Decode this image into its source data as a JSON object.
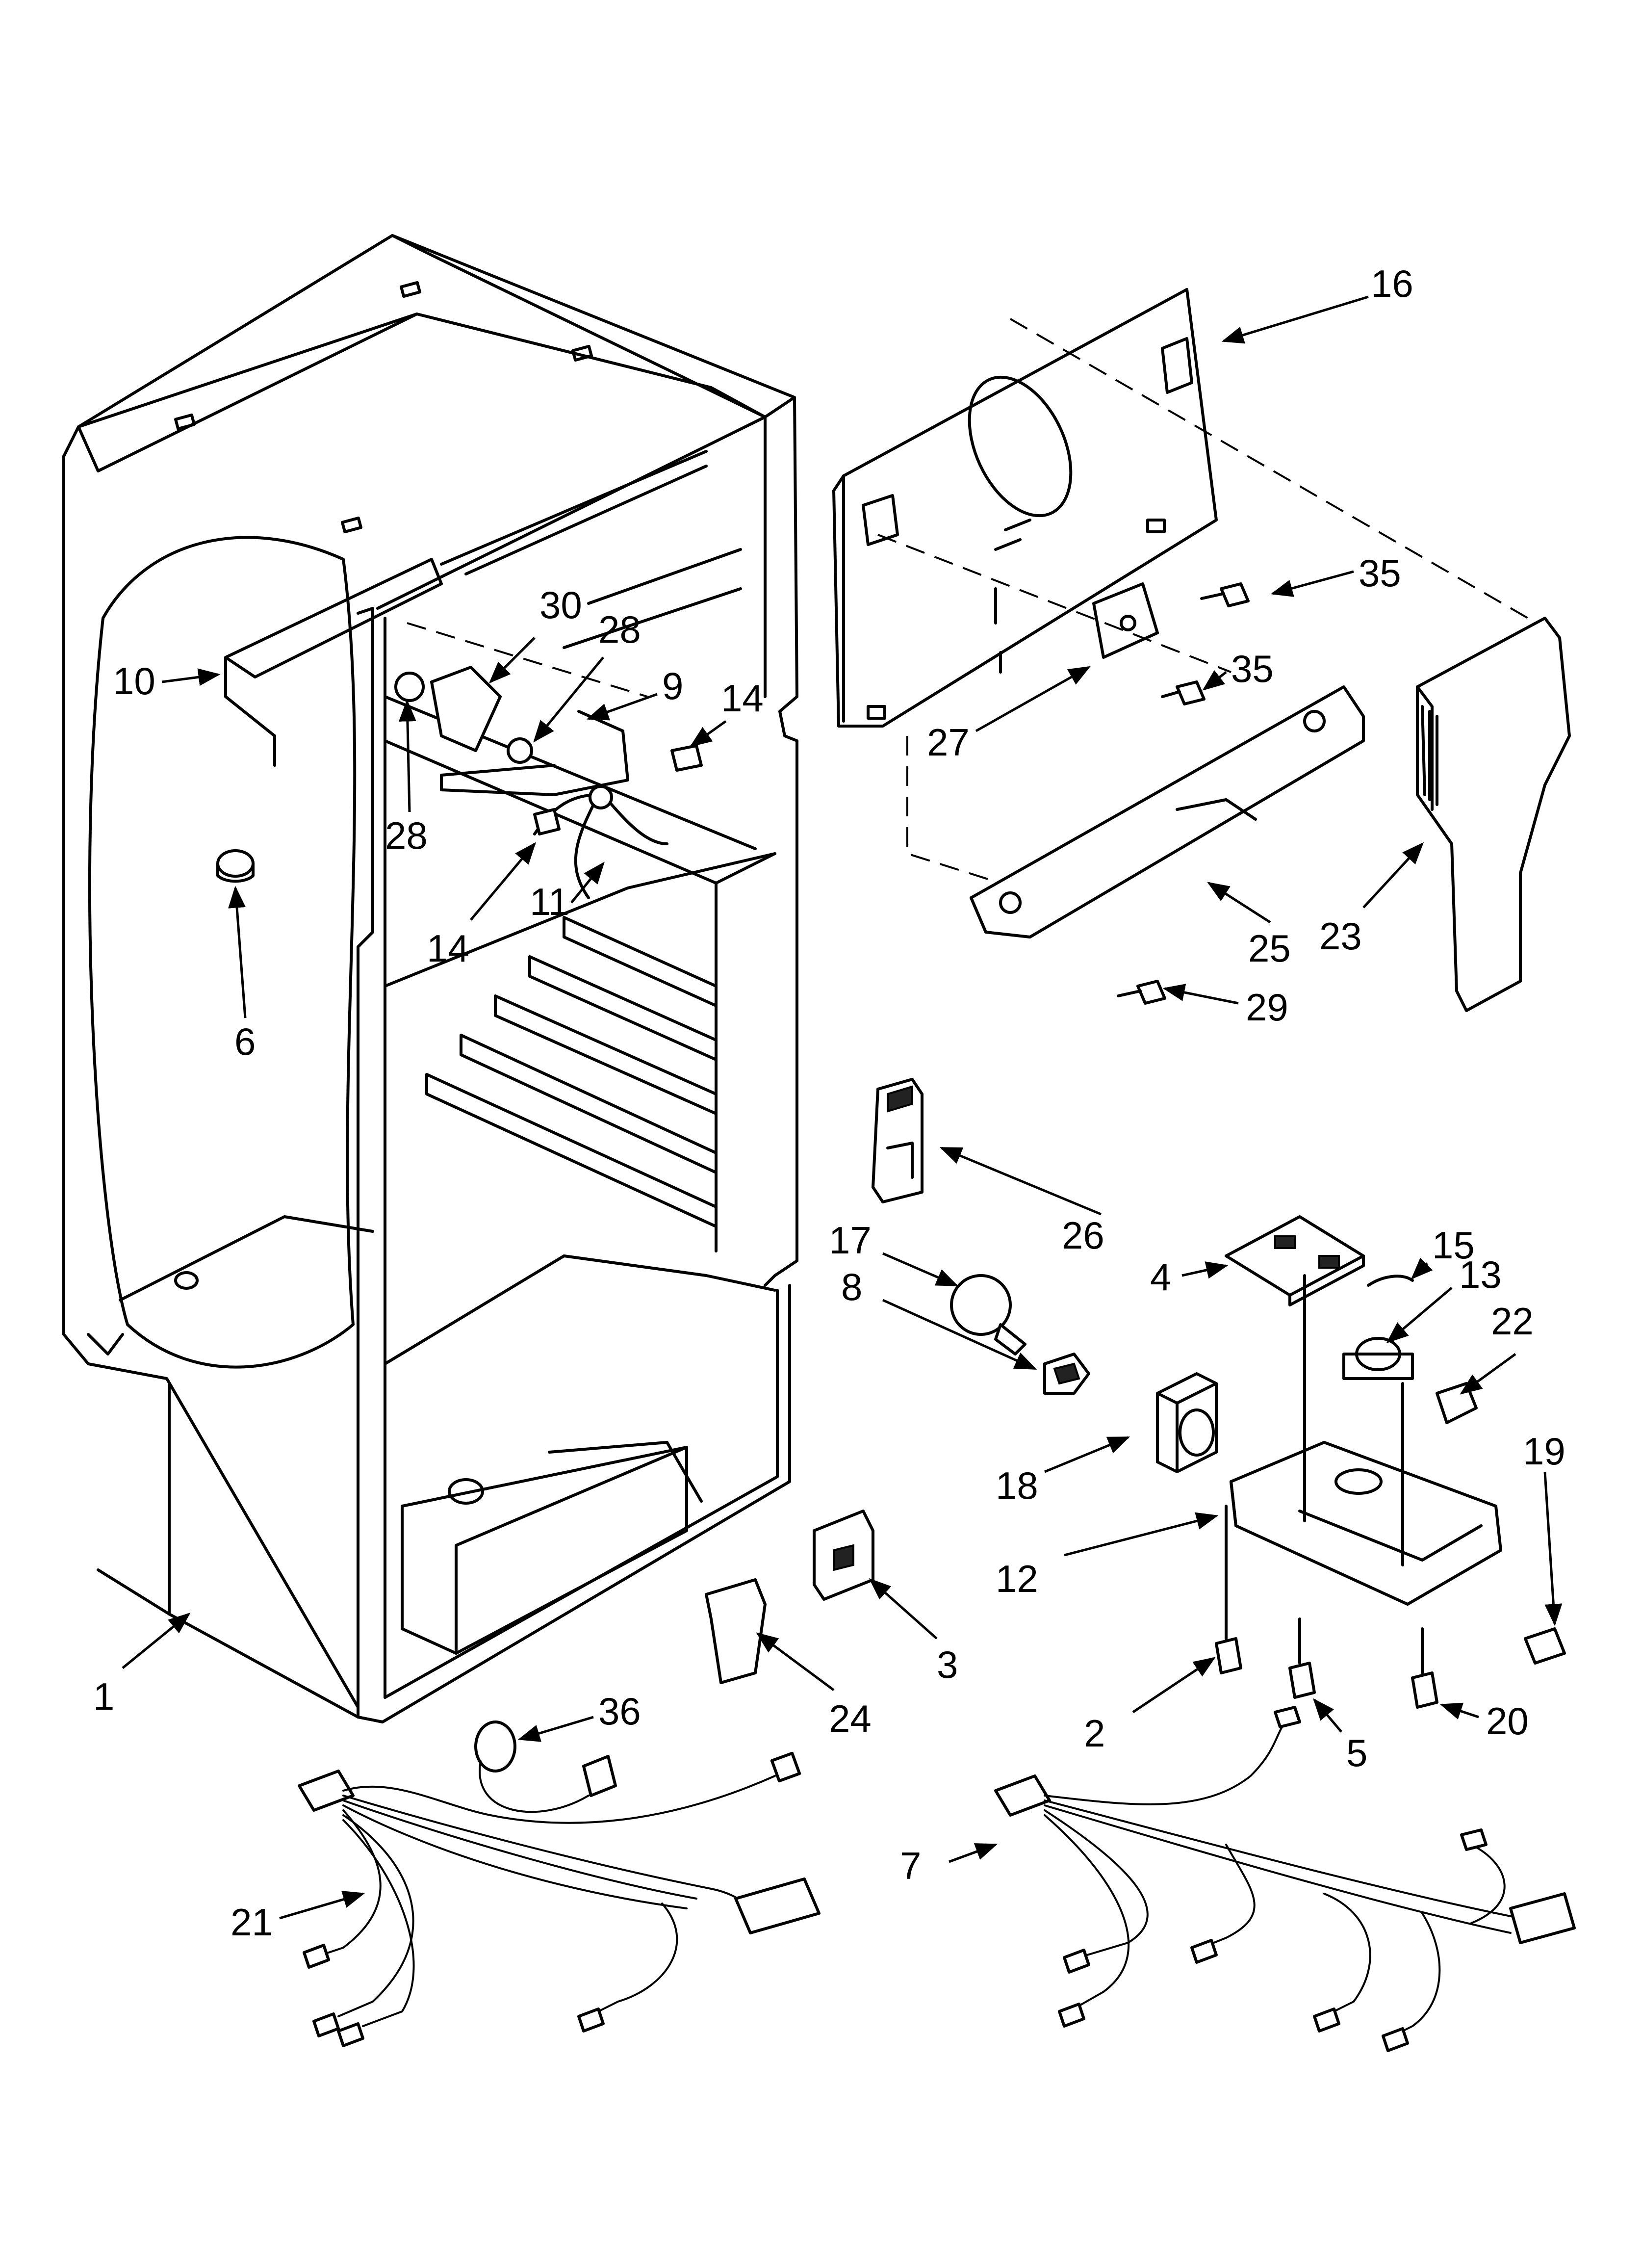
{
  "callouts": [
    {
      "id": "p16",
      "text": "16"
    },
    {
      "id": "p35a",
      "text": "35"
    },
    {
      "id": "p35b",
      "text": "35"
    },
    {
      "id": "p30",
      "text": "30"
    },
    {
      "id": "p28a",
      "text": "28"
    },
    {
      "id": "p28b",
      "text": "28"
    },
    {
      "id": "p10",
      "text": "10"
    },
    {
      "id": "p9",
      "text": "9"
    },
    {
      "id": "p14a",
      "text": "14"
    },
    {
      "id": "p14b",
      "text": "14"
    },
    {
      "id": "p27",
      "text": "27"
    },
    {
      "id": "p11",
      "text": "11"
    },
    {
      "id": "p23",
      "text": "23"
    },
    {
      "id": "p25",
      "text": "25"
    },
    {
      "id": "p29",
      "text": "29"
    },
    {
      "id": "p6",
      "text": "6"
    },
    {
      "id": "p26",
      "text": "26"
    },
    {
      "id": "p17",
      "text": "17"
    },
    {
      "id": "p15",
      "text": "15"
    },
    {
      "id": "p13",
      "text": "13"
    },
    {
      "id": "p8",
      "text": "8"
    },
    {
      "id": "p4",
      "text": "4"
    },
    {
      "id": "p22",
      "text": "22"
    },
    {
      "id": "p19",
      "text": "19"
    },
    {
      "id": "p18",
      "text": "18"
    },
    {
      "id": "p12",
      "text": "12"
    },
    {
      "id": "p3",
      "text": "3"
    },
    {
      "id": "p1",
      "text": "1"
    },
    {
      "id": "p36",
      "text": "36"
    },
    {
      "id": "p24",
      "text": "24"
    },
    {
      "id": "p2",
      "text": "2"
    },
    {
      "id": "p5",
      "text": "5"
    },
    {
      "id": "p20",
      "text": "20"
    },
    {
      "id": "p7",
      "text": "7"
    },
    {
      "id": "p21",
      "text": "21"
    }
  ]
}
